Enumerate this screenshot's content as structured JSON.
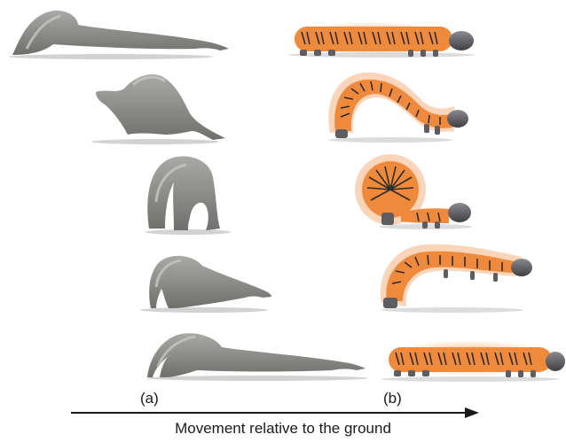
{
  "panel_labels": {
    "a": "(a)",
    "b": "(b)"
  },
  "arrow_caption": "Movement relative to the ground",
  "colors": {
    "inchworm_body": "#8c8c89",
    "inchworm_highlight": "#b9b9b5",
    "caterpillar_body": "#ef8a3c",
    "caterpillar_glow": "#f7b98a",
    "caterpillar_bristle": "#2b2b2b",
    "caterpillar_head": "#5d5d62",
    "ground_shadow": "#c9c9c9",
    "arrow": "#1a1a1a"
  },
  "panels": [
    {
      "name": "a",
      "subject": "inchworm-like animal",
      "stages": 5
    },
    {
      "name": "b",
      "subject": "caterpillar",
      "stages": 5
    }
  ]
}
